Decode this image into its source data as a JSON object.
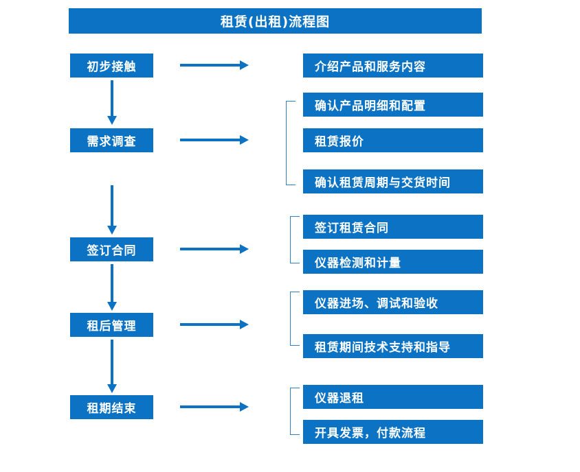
{
  "diagram": {
    "title": "租赁(出租)流程图",
    "theme": {
      "accent": "#0b72c4",
      "bracket": "#2f7fc4",
      "text_on_accent": "#ffffff",
      "background": "#ffffff"
    },
    "stages": [
      {
        "id": "initial-contact",
        "label": "初步接触"
      },
      {
        "id": "demand-survey",
        "label": "需求调查"
      },
      {
        "id": "sign-contract",
        "label": "签订合同"
      },
      {
        "id": "post-rent-manage",
        "label": "租后管理"
      },
      {
        "id": "lease-end",
        "label": "租期结束"
      }
    ],
    "tasks": [
      {
        "id": "task-intro-product",
        "label": "介绍产品和服务内容",
        "stage": "initial-contact"
      },
      {
        "id": "task-confirm-spec",
        "label": "确认产品明细和配置",
        "stage": "demand-survey"
      },
      {
        "id": "task-rental-quote",
        "label": "租赁报价",
        "stage": "demand-survey"
      },
      {
        "id": "task-confirm-period",
        "label": "确认租赁周期与交货时间",
        "stage": "demand-survey"
      },
      {
        "id": "task-sign-lease",
        "label": "签订租赁合同",
        "stage": "sign-contract"
      },
      {
        "id": "task-instrument-check",
        "label": "仪器检测和计量",
        "stage": "sign-contract"
      },
      {
        "id": "task-install-accept",
        "label": "仪器进场、调试和验收",
        "stage": "post-rent-manage"
      },
      {
        "id": "task-tech-support",
        "label": "租赁期间技术支持和指导",
        "stage": "post-rent-manage"
      },
      {
        "id": "task-return-instrument",
        "label": "仪器退租",
        "stage": "lease-end"
      },
      {
        "id": "task-invoice-payment",
        "label": "开具发票，付款流程",
        "stage": "lease-end"
      }
    ]
  }
}
